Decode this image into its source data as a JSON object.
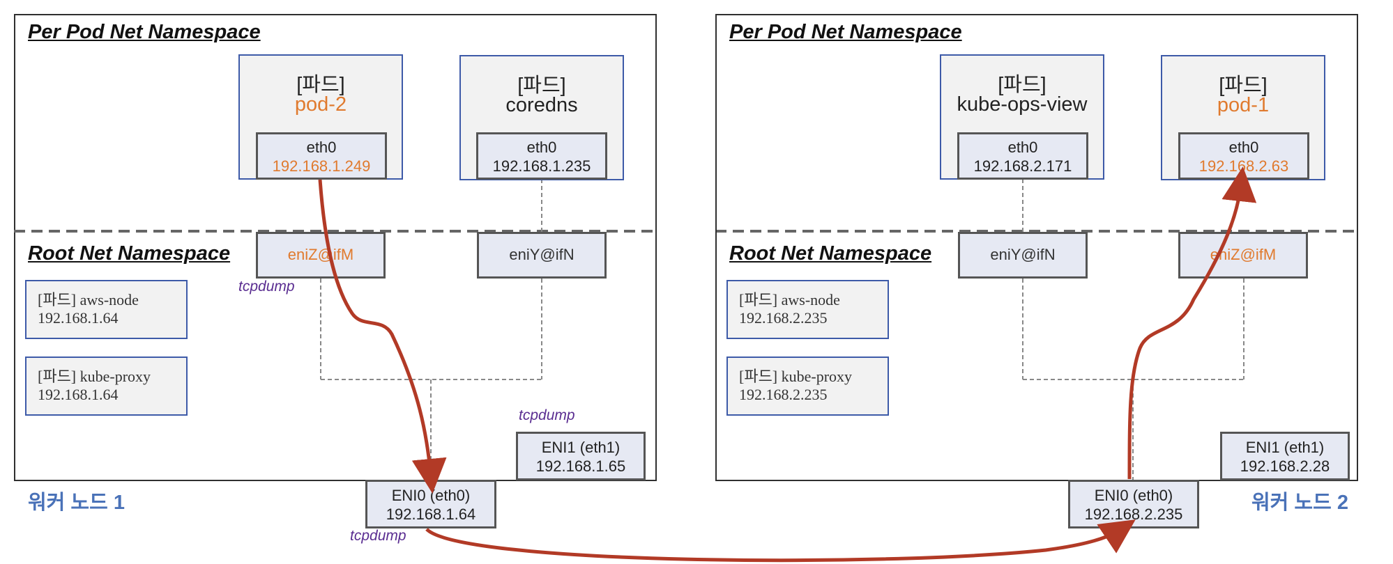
{
  "colors": {
    "accent_orange": "#e07a2e",
    "arrow": "#b23a26",
    "worker_label": "#4a72b8",
    "tcpdump": "#5a2d91",
    "pod_border": "#3d5aa8"
  },
  "node1": {
    "pod_ns_label": "Per Pod  Net Namespace",
    "root_ns_label": "Root Net Namespace",
    "worker_label": "워커 노드 1",
    "pods": [
      {
        "tag": "[파드]",
        "name": "pod-2",
        "iface": "eth0",
        "ip": "192.168.1.249",
        "veth": "eniZ@ifM"
      },
      {
        "tag": "[파드]",
        "name": "coredns",
        "iface": "eth0",
        "ip": "192.168.1.235",
        "veth": "eniY@ifN"
      }
    ],
    "system_pods": [
      {
        "line1": "[파드] aws-node",
        "line2": "192.168.1.64"
      },
      {
        "line1": "[파드] kube-proxy",
        "line2": "192.168.1.64"
      }
    ],
    "eni0": {
      "line1": "ENI0 (eth0)",
      "line2": "192.168.1.64"
    },
    "eni1": {
      "line1": "ENI1 (eth1)",
      "line2": "192.168.1.65"
    },
    "tcpdump_labels": [
      "tcpdump",
      "tcpdump",
      "tcpdump"
    ]
  },
  "node2": {
    "pod_ns_label": "Per Pod  Net Namespace",
    "root_ns_label": "Root Net Namespace",
    "worker_label": "워커 노드 2",
    "pods": [
      {
        "tag": "[파드]",
        "name": "kube-ops-view",
        "iface": "eth0",
        "ip": "192.168.2.171",
        "veth": "eniY@ifN"
      },
      {
        "tag": "[파드]",
        "name": "pod-1",
        "iface": "eth0",
        "ip": "192.168.2.63",
        "veth": "eniZ@ifM"
      }
    ],
    "system_pods": [
      {
        "line1": "[파드] aws-node",
        "line2": "192.168.2.235"
      },
      {
        "line1": "[파드] kube-proxy",
        "line2": "192.168.2.235"
      }
    ],
    "eni0": {
      "line1": "ENI0 (eth0)",
      "line2": "192.168.2.235"
    },
    "eni1": {
      "line1": "ENI1 (eth1)",
      "line2": "192.168.2.28"
    }
  }
}
